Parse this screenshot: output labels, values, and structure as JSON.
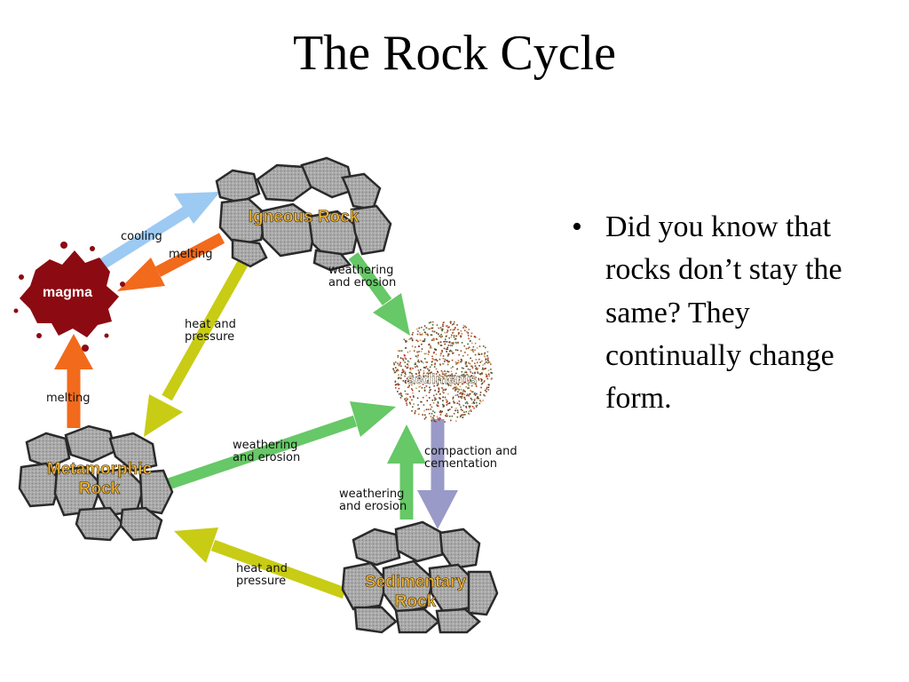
{
  "title": "The Rock Cycle",
  "diagram": {
    "nodes": {
      "igneous": "Igneous Rock",
      "magma": "magma",
      "sediments": "sediments",
      "metamorphic_line1": "Metamorphic",
      "metamorphic_line2": "Rock",
      "sedimentary_line1": "Sedimentary",
      "sedimentary_line2": "Rock"
    },
    "process_labels": {
      "cooling": "cooling",
      "melting_top": "melting",
      "melting_left": "melting",
      "weathering_1_line1": "weathering",
      "weathering_1_line2": "and erosion",
      "heat_1_line1": "heat and",
      "heat_1_line2": "pressure",
      "weathering_2_line1": "weathering",
      "weathering_2_line2": "and erosion",
      "compaction_line1": "compaction and",
      "compaction_line2": "cementation",
      "weathering_3_line1": "weathering",
      "weathering_3_line2": "and erosion",
      "heat_2_line1": "heat and",
      "heat_2_line2": "pressure"
    },
    "colors": {
      "cooling_arrow": "#9ccaf2",
      "melting_arrow": "#f26a1c",
      "heat_arrow": "#c8cc14",
      "weathering_arrow": "#66c866",
      "compaction_arrow": "#9a9ac8",
      "rock_fill": "#a8a8a8",
      "rock_outline": "#2a2a2a",
      "magma_fill": "#8c0a12",
      "rock_label": "#f0b432"
    }
  },
  "bullets": [
    "Did you know that rocks don’t stay the same? They continually change form."
  ]
}
